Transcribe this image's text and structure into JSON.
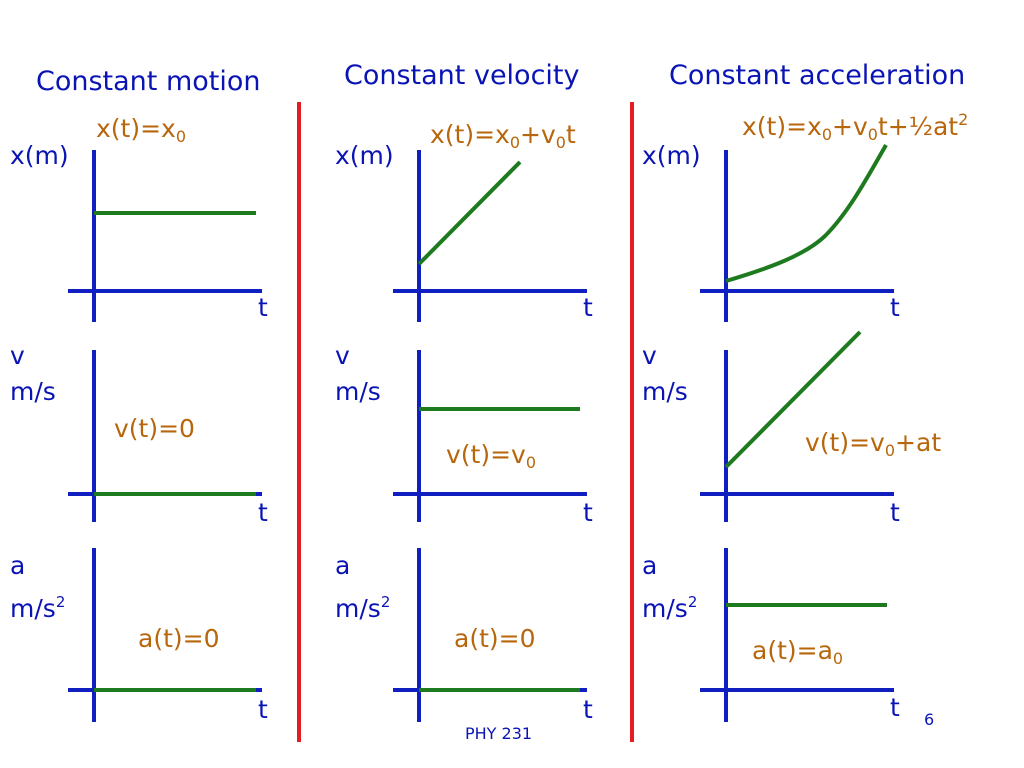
{
  "columns": [
    {
      "title": "Constant motion",
      "panels": [
        {
          "ylabel": [
            "x(m)"
          ],
          "xlabel": "t",
          "equation": {
            "pre": "x(t)=x",
            "sub": "0",
            "post": ""
          }
        },
        {
          "ylabel": [
            "v",
            "m/s"
          ],
          "xlabel": "t",
          "equation": {
            "pre": "v(t)=0"
          }
        },
        {
          "ylabel": [
            "a",
            "m/s"
          ],
          "ylabel_sup": "2",
          "xlabel": "t",
          "equation": {
            "pre": "a(t)=0"
          }
        }
      ]
    },
    {
      "title": "Constant velocity",
      "panels": [
        {
          "ylabel": [
            "x(m)"
          ],
          "xlabel": "t",
          "equation": {
            "pre": "x(t)=x",
            "sub": "0",
            "mid": "+v",
            "sub2": "0",
            "post": "t"
          }
        },
        {
          "ylabel": [
            "v",
            "m/s"
          ],
          "xlabel": "t",
          "equation": {
            "pre": "v(t)=v",
            "sub": "0"
          }
        },
        {
          "ylabel": [
            "a",
            "m/s"
          ],
          "ylabel_sup": "2",
          "xlabel": "t",
          "equation": {
            "pre": "a(t)=0"
          }
        }
      ]
    },
    {
      "title": "Constant acceleration",
      "panels": [
        {
          "ylabel": [
            "x(m)"
          ],
          "xlabel": "t",
          "equation": {
            "pre": "x(t)=x",
            "sub": "0",
            "mid": "+v",
            "sub2": "0",
            "post": "t+½at",
            "sup": "2"
          }
        },
        {
          "ylabel": [
            "v",
            "m/s"
          ],
          "xlabel": "t",
          "equation": {
            "pre": "v(t)=v",
            "sub": "0",
            "post": "+at"
          }
        },
        {
          "ylabel": [
            "a",
            "m/s"
          ],
          "ylabel_sup": "2",
          "xlabel": "t",
          "equation": {
            "pre": "a(t)=a",
            "sub": "0"
          }
        }
      ]
    }
  ],
  "footer": "PHY 231",
  "page_number": "6",
  "colors": {
    "axis": "#1020c0",
    "curve": "#1e7a1e",
    "divider": "#e41e1e",
    "title_text": "#0a14b4",
    "equation_text": "#b8660b"
  }
}
